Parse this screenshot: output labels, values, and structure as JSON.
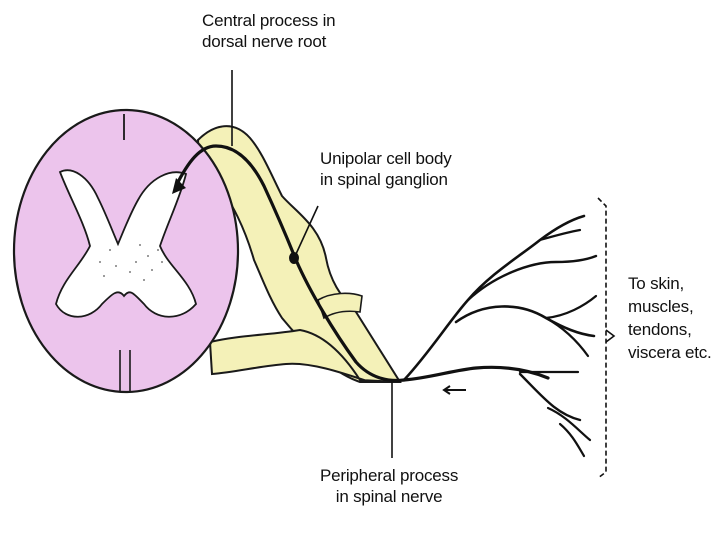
{
  "colors": {
    "spinal_cord_fill": "#ecc4ec",
    "grey_matter_fill": "#ffffff",
    "nerve_fill": "#f4f1b8",
    "outline": "#1a1a1a"
  },
  "labels": {
    "central_process": {
      "line1": "Central process in",
      "line2": "dorsal nerve root"
    },
    "unipolar_cell": {
      "line1": "Unipolar cell body",
      "line2": "in spinal ganglion"
    },
    "peripheral_process": {
      "line1": "Peripheral process",
      "line2": "in spinal nerve"
    },
    "targets": {
      "line1": "To skin,",
      "line2": "muscles,",
      "line3": "tendons,",
      "line4": "viscera etc."
    }
  }
}
